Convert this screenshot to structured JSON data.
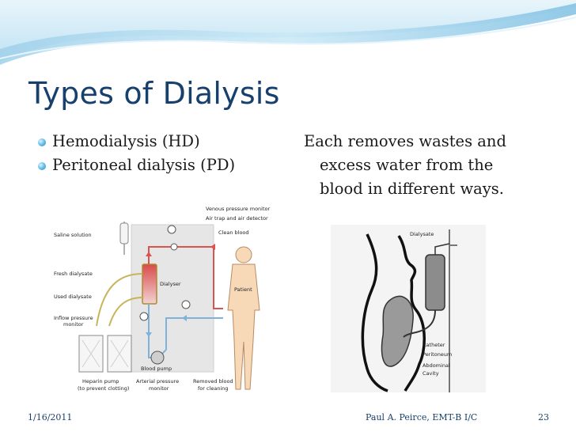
{
  "slide": {
    "title": "Types of Dialysis",
    "bullets": [
      "Hemodialysis (HD)",
      "Peritoneal dialysis (PD)"
    ],
    "right_text_lines": [
      "Each removes wastes and",
      "excess water from the",
      "blood in different ways."
    ]
  },
  "hd_diagram": {
    "labels": {
      "venous_monitor": "Venous pressure monitor",
      "air_trap": "Air trap and air detector",
      "clean_blood": "Clean blood",
      "saline": "Saline solution",
      "fresh_dialysate": "Fresh dialysate",
      "dialyser": "Dialyser",
      "used_dialysate": "Used dialysate",
      "patient": "Patient",
      "inflow_monitor_1": "Inflow pressure",
      "inflow_monitor_2": "monitor",
      "blood_pump": "Blood pump",
      "heparin_1": "Heparin pump",
      "heparin_2": "(to prevent clotting)",
      "arterial_1": "Arterial pressure",
      "arterial_2": "monitor",
      "removed_1": "Removed blood",
      "removed_2": "for cleaning"
    }
  },
  "pd_diagram": {
    "labels": {
      "dialysate": "Dialysate",
      "catheter": "Catheter",
      "peritoneum": "Peritoneum",
      "abdominal_1": "Abdominal",
      "abdominal_2": "Cavity"
    }
  },
  "footer": {
    "date": "1/16/2011",
    "author": "Paul A. Peirce, EMT-B I/C",
    "page": "23"
  },
  "colors": {
    "title": "#17406d",
    "wave_light": "#d4ecf7",
    "wave_mid": "#a9d6ee",
    "bullet": "#3a9bd5",
    "blood": "#d9534f",
    "dialysate": "#c8b45a"
  }
}
